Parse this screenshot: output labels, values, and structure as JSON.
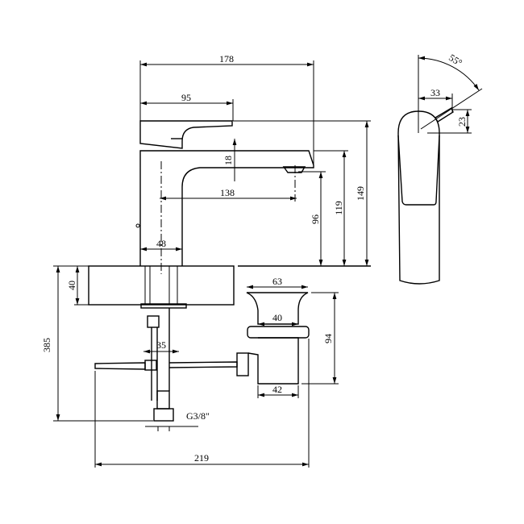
{
  "dimensions": {
    "overall_length": "178",
    "lever_length": "95",
    "spout_gap": "18",
    "spout_reach": "138",
    "body_width": "48",
    "spout_height": "96",
    "body_height": "119",
    "total_height": "149",
    "deck_thickness": "40",
    "under_length": "385",
    "waste_top": "63",
    "waste_mid": "40",
    "waste_height": "94",
    "waste_bottom": "42",
    "shank": "35",
    "connection": "G3/8\"",
    "rod_span": "219",
    "lever_angle": "55°",
    "side_offset": "33",
    "side_height": "23"
  }
}
